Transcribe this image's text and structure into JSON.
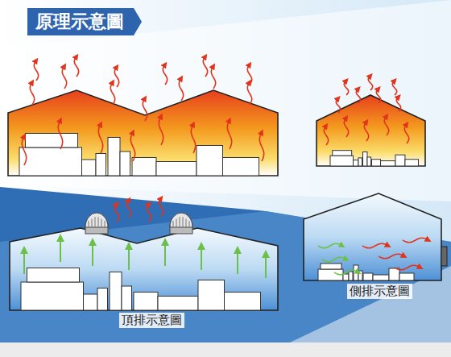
{
  "diagram": {
    "title": "原理示意圖",
    "labels": [
      "頂排示意圖",
      "側排示意圖"
    ]
  }
}
